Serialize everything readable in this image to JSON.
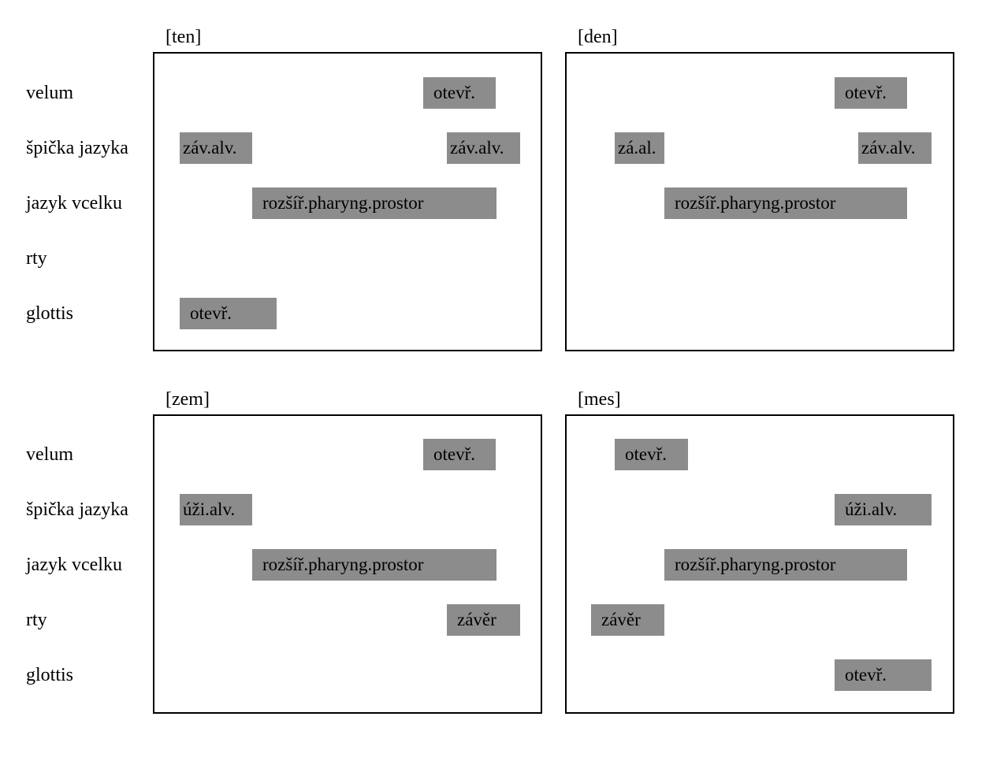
{
  "row_labels": [
    "velum",
    "špička jazyka",
    "jazyk vcelku",
    "rty",
    "glottis"
  ],
  "panels": [
    {
      "title": "[ten]",
      "bars": [
        {
          "row": 0,
          "label": "otevř."
        },
        {
          "row": 1,
          "label": "záv.alv."
        },
        {
          "row": 1,
          "label": "záv.alv."
        },
        {
          "row": 2,
          "label": "rozšíř.pharyng.prostor"
        },
        {
          "row": 4,
          "label": "otevř."
        }
      ]
    },
    {
      "title": "[den]",
      "bars": [
        {
          "row": 0,
          "label": "otevř."
        },
        {
          "row": 1,
          "label": "zá.al."
        },
        {
          "row": 1,
          "label": "záv.alv."
        },
        {
          "row": 2,
          "label": "rozšíř.pharyng.prostor"
        }
      ]
    },
    {
      "title": "[zem]",
      "bars": [
        {
          "row": 0,
          "label": "otevř."
        },
        {
          "row": 1,
          "label": "úži.alv."
        },
        {
          "row": 2,
          "label": "rozšíř.pharyng.prostor"
        },
        {
          "row": 3,
          "label": "závěr"
        }
      ]
    },
    {
      "title": "[mes]",
      "bars": [
        {
          "row": 0,
          "label": "otevř."
        },
        {
          "row": 1,
          "label": "úži.alv."
        },
        {
          "row": 2,
          "label": "rozšíř.pharyng.prostor"
        },
        {
          "row": 3,
          "label": "závěr"
        },
        {
          "row": 4,
          "label": "otevř."
        }
      ]
    }
  ]
}
